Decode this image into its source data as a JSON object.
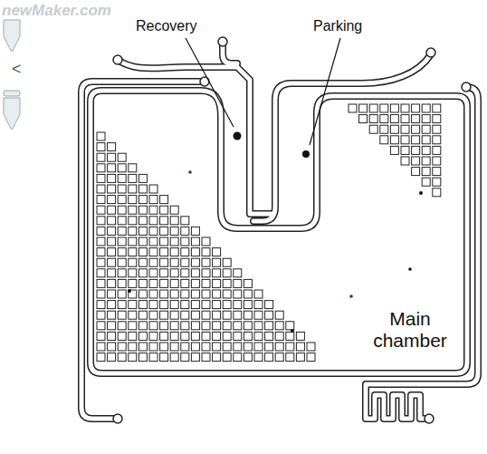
{
  "diagram": {
    "labels": [
      "newMaker.com",
      "<",
      "Recovery",
      "Parking",
      "Main chamber"
    ]
  }
}
